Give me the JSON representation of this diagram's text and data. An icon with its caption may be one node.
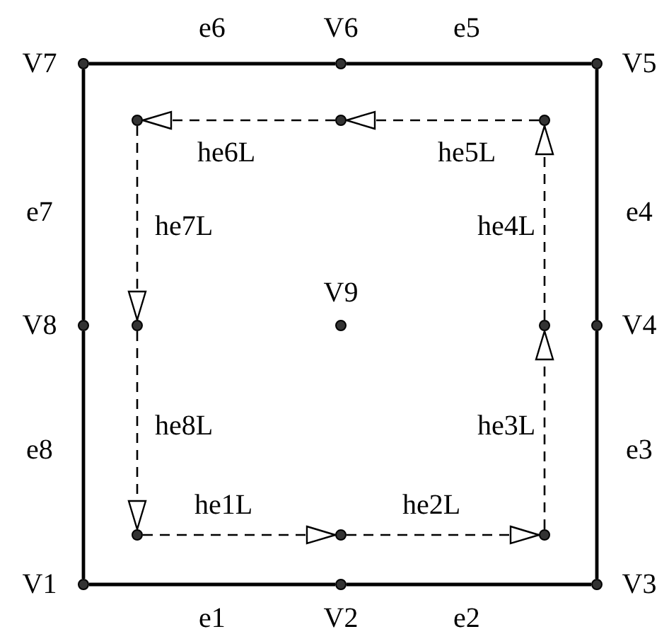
{
  "diagram": {
    "nodes": [
      {
        "text": [],
        "shape": "circle",
        "beside": [
          "V1"
        ]
      },
      {
        "text": [],
        "shape": "circle",
        "beside": [
          "V2"
        ]
      },
      {
        "text": [],
        "shape": "circle",
        "beside": [
          "V3"
        ]
      },
      {
        "text": [],
        "shape": "circle",
        "beside": [
          "V4"
        ]
      },
      {
        "text": [],
        "shape": "circle",
        "beside": [
          "V5"
        ]
      },
      {
        "text": [],
        "shape": "circle",
        "beside": [
          "V6"
        ]
      },
      {
        "text": [],
        "shape": "circle",
        "beside": [
          "V7"
        ]
      },
      {
        "text": [],
        "shape": "circle",
        "beside": [
          "V8"
        ]
      },
      {
        "text": [],
        "shape": "circle",
        "beside": [
          "V9"
        ]
      },
      {
        "text": [],
        "shape": "circle"
      },
      {
        "text": [],
        "shape": "circle"
      },
      {
        "text": [],
        "shape": "circle"
      },
      {
        "text": [],
        "shape": "circle"
      },
      {
        "text": [],
        "shape": "circle"
      },
      {
        "text": [],
        "shape": "circle"
      },
      {
        "text": [],
        "shape": "circle"
      },
      {
        "text": [],
        "shape": "circle"
      }
    ],
    "edges": [
      {
        "from": 0,
        "to": 1,
        "arrow": "none",
        "label": "e1"
      },
      {
        "from": 1,
        "to": 2,
        "arrow": "none",
        "label": "e2"
      },
      {
        "from": 2,
        "to": 3,
        "arrow": "none",
        "label": "e3"
      },
      {
        "from": 3,
        "to": 4,
        "arrow": "none",
        "label": "e4"
      },
      {
        "from": 4,
        "to": 5,
        "arrow": "none",
        "label": "e5"
      },
      {
        "from": 5,
        "to": 6,
        "arrow": "none",
        "label": "e6"
      },
      {
        "from": 6,
        "to": 7,
        "arrow": "none",
        "label": "e7"
      },
      {
        "from": 7,
        "to": 0,
        "arrow": "none",
        "label": "e8"
      },
      {
        "from": 9,
        "to": 10,
        "arrow": "to",
        "style": "dashed",
        "label": "he1L"
      },
      {
        "from": 10,
        "to": 11,
        "arrow": "to",
        "style": "dashed",
        "label": "he2L"
      },
      {
        "from": 11,
        "to": 12,
        "arrow": "to",
        "style": "dashed",
        "label": "he3L"
      },
      {
        "from": 12,
        "to": 13,
        "arrow": "to",
        "style": "dashed",
        "label": "he4L"
      },
      {
        "from": 13,
        "to": 14,
        "arrow": "to",
        "style": "dashed",
        "label": "he5L"
      },
      {
        "from": 14,
        "to": 15,
        "arrow": "to",
        "style": "dashed",
        "label": "he6L"
      },
      {
        "from": 15,
        "to": 16,
        "arrow": "to",
        "style": "dashed",
        "label": "he7L"
      },
      {
        "from": 16,
        "to": 9,
        "arrow": "to",
        "style": "dashed",
        "label": "he8L"
      }
    ]
  }
}
